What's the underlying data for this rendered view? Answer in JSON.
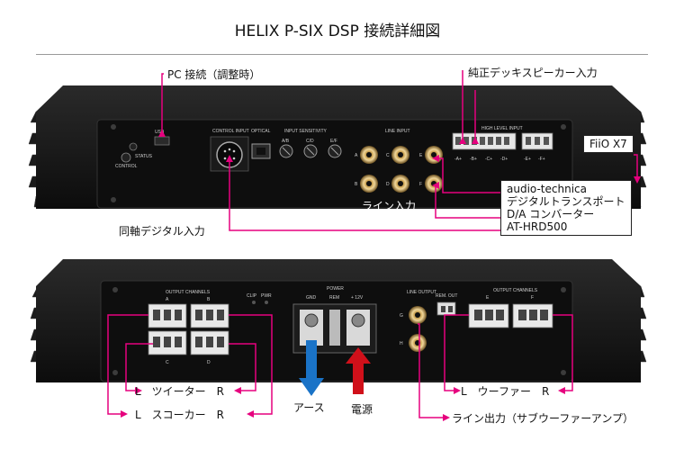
{
  "title": "HELIX P-SIX DSP 接続詳細図",
  "colors": {
    "connector": "#e6007e",
    "ground_arrow": "#1a73c7",
    "power_arrow": "#d0101a",
    "chassis": "#141414"
  },
  "top_panel": {
    "labels": {
      "pc": "PC 接続（調整時）",
      "high_level": "純正デッキスピーカー入力",
      "fiio": "FiiO X7",
      "line_in": "ライン入力",
      "coax": "同軸デジタル入力"
    },
    "box_lines": [
      "audio-technica",
      "デジタルトランスポート",
      "D/A コンバーター",
      "AT-HRD500"
    ],
    "silk": {
      "usb": "USB",
      "status": "STATUS",
      "control": "CONTROL",
      "control_input": "CONTROL INPUT",
      "optical": "OPTICAL",
      "input_sensitivity": "INPUT SENSITIVITY",
      "sens": [
        "A/B",
        "C/D",
        "E/F"
      ],
      "line_input": "LINE INPUT",
      "line_letters": [
        "A",
        "B",
        "C",
        "D",
        "E",
        "F"
      ],
      "high_level_input": "HIGH LEVEL INPUT",
      "hl_letters": [
        "-A+",
        "-B+",
        "-C+",
        "-D+",
        "-E+",
        "-F+"
      ]
    }
  },
  "bottom_panel": {
    "labels": {
      "tweeter": "L　ツイーター　R",
      "squawker": "L　スコーカー　R",
      "ground": "アース",
      "power": "電源",
      "woofer": "L　ウーファー　R",
      "line_out": "ライン出力（サブウーファーアンプ）"
    },
    "silk": {
      "output_channels": "OUTPUT CHANNELS",
      "ab": [
        "A",
        "B"
      ],
      "cd": [
        "C",
        "D"
      ],
      "clip": "CLIP",
      "pwr": "PWR",
      "power": "POWER",
      "gnd": "GND",
      "rem": "REM",
      "v12": "+ 12V",
      "line_output": "LINE OUTPUT",
      "rem_out": "REM. OUT",
      "ef": [
        "E",
        "F"
      ],
      "gh": [
        "G",
        "H"
      ]
    }
  }
}
